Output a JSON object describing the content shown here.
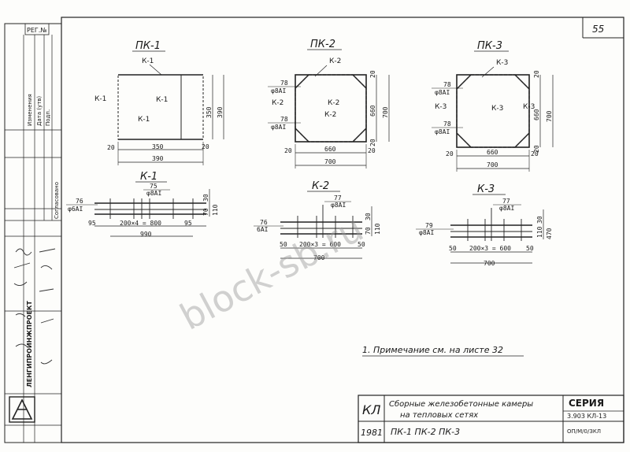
{
  "sheet": {
    "number": "55"
  },
  "left_strip": {
    "reg": "РЕГ.№",
    "col_a": "Изменения",
    "col_b": "Дата (утв)",
    "col_c": "Подп.",
    "agreed": "Согласовано",
    "org": "ЛЕНГИПРОИНЖПРОЕКТ"
  },
  "views": {
    "pk1": {
      "title": "ПК-1",
      "k1_top": "К-1",
      "k1_left": "К-1",
      "k1_right": "К-1",
      "k1_bottom": "К-1",
      "dim_left": "20",
      "dim_mid": "350",
      "dim_right": "20",
      "dim_total": "390",
      "dim_v_mid": "350",
      "dim_v_total": "390"
    },
    "pk2": {
      "title": "ПК-2",
      "k2_top": "К-2",
      "k2_left": "К-2",
      "k2_center": "К-2",
      "k2_lower": "К-2",
      "rebar_a": "78",
      "rebar_a_type": "φ8АI",
      "rebar_b": "78",
      "rebar_b_type": "φ8АI",
      "dim_left": "20",
      "dim_mid": "660",
      "dim_right": "20",
      "dim_total": "700",
      "dim_v_top": "20",
      "dim_v_mid": "660",
      "dim_v_bot": "20",
      "dim_v_total": "700"
    },
    "pk3": {
      "title": "ПК-3",
      "k3_top": "К-3",
      "k3_left": "К-3",
      "k3_center": "К-3",
      "k3_right": "К-3",
      "rebar_a": "78",
      "rebar_a_type": "φ8АI",
      "rebar_b": "78",
      "rebar_b_type": "φ8АI",
      "dim_left": "20",
      "dim_mid": "660",
      "dim_right": "20",
      "dim_total": "700",
      "dim_v_top": "20",
      "dim_v_mid": "660",
      "dim_v_bot": "20",
      "dim_v_total": "700"
    }
  },
  "sections": {
    "k1": {
      "title": "К-1",
      "rebar_top": "75",
      "rebar_top_type": "φ8АI",
      "rebar_left": "76",
      "rebar_left_type": "φ6АI",
      "dim_left": "95",
      "dim_mid": "200×4 = 800",
      "dim_right": "95",
      "dim_total": "990",
      "dim_v1": "30",
      "dim_v2": "70",
      "dim_v3": "110"
    },
    "k2": {
      "title": "К-2",
      "rebar_top": "77",
      "rebar_top_type": "φ8АI",
      "rebar_left": "76",
      "rebar_left_type": "6АI",
      "dim_left": "50",
      "dim_mid": "200×3 = 600",
      "dim_right": "50",
      "dim_total": "700",
      "dim_v1": "30",
      "dim_v2": "70",
      "dim_v3": "110"
    },
    "k3": {
      "title": "К-3",
      "rebar_top": "77",
      "rebar_top_type": "φ8АI",
      "rebar_left": "79",
      "rebar_left_type": "φ8АI",
      "dim_left": "50",
      "dim_mid": "200×3 = 600",
      "dim_right": "50",
      "dim_total": "700",
      "dim_v1": "30",
      "dim_v2": "110",
      "dim_v3": "470"
    }
  },
  "note": "1. Примечание см. на листе 32",
  "watermark": "block-sb.ru",
  "title_block": {
    "code": "КЛ",
    "year": "1981",
    "title_line1": "Сборные железобетонные камеры",
    "title_line2": "на тепловых сетях",
    "items": "ПК-1  ПК-2  ПК-3",
    "series_label": "СЕРИЯ",
    "series_value": "3.903 КЛ-13",
    "sheet_code": "ОП/М/0/ЗКЛ"
  }
}
